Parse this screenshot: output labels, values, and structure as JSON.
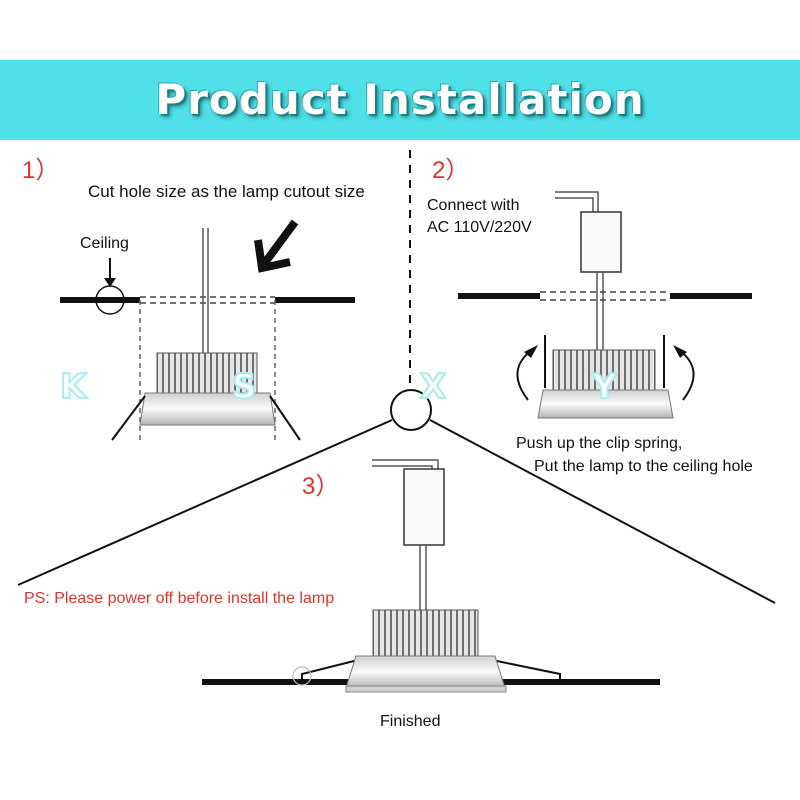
{
  "title": "Product Installation",
  "steps": {
    "s1": {
      "number": "1）",
      "instruction": "Cut hole size as the lamp cutout size",
      "ceiling_label": "Ceiling"
    },
    "s2": {
      "number": "2）",
      "connect_line1": "Connect with",
      "connect_line2": "AC 110V/220V",
      "push_line1": "Push up the clip spring,",
      "push_line2": "Put the lamp to the ceiling hole"
    },
    "s3": {
      "number": "3）",
      "note": "PS: Please power off before install the lamp",
      "finished": "Finished"
    }
  },
  "watermark": [
    "K",
    "S",
    "X",
    "Y"
  ],
  "colors": {
    "banner": "#4fe0e8",
    "title_text": "#ffffff",
    "step_number": "#e0332d",
    "note_text": "#e0332d",
    "watermark": "#a8ecf0"
  }
}
